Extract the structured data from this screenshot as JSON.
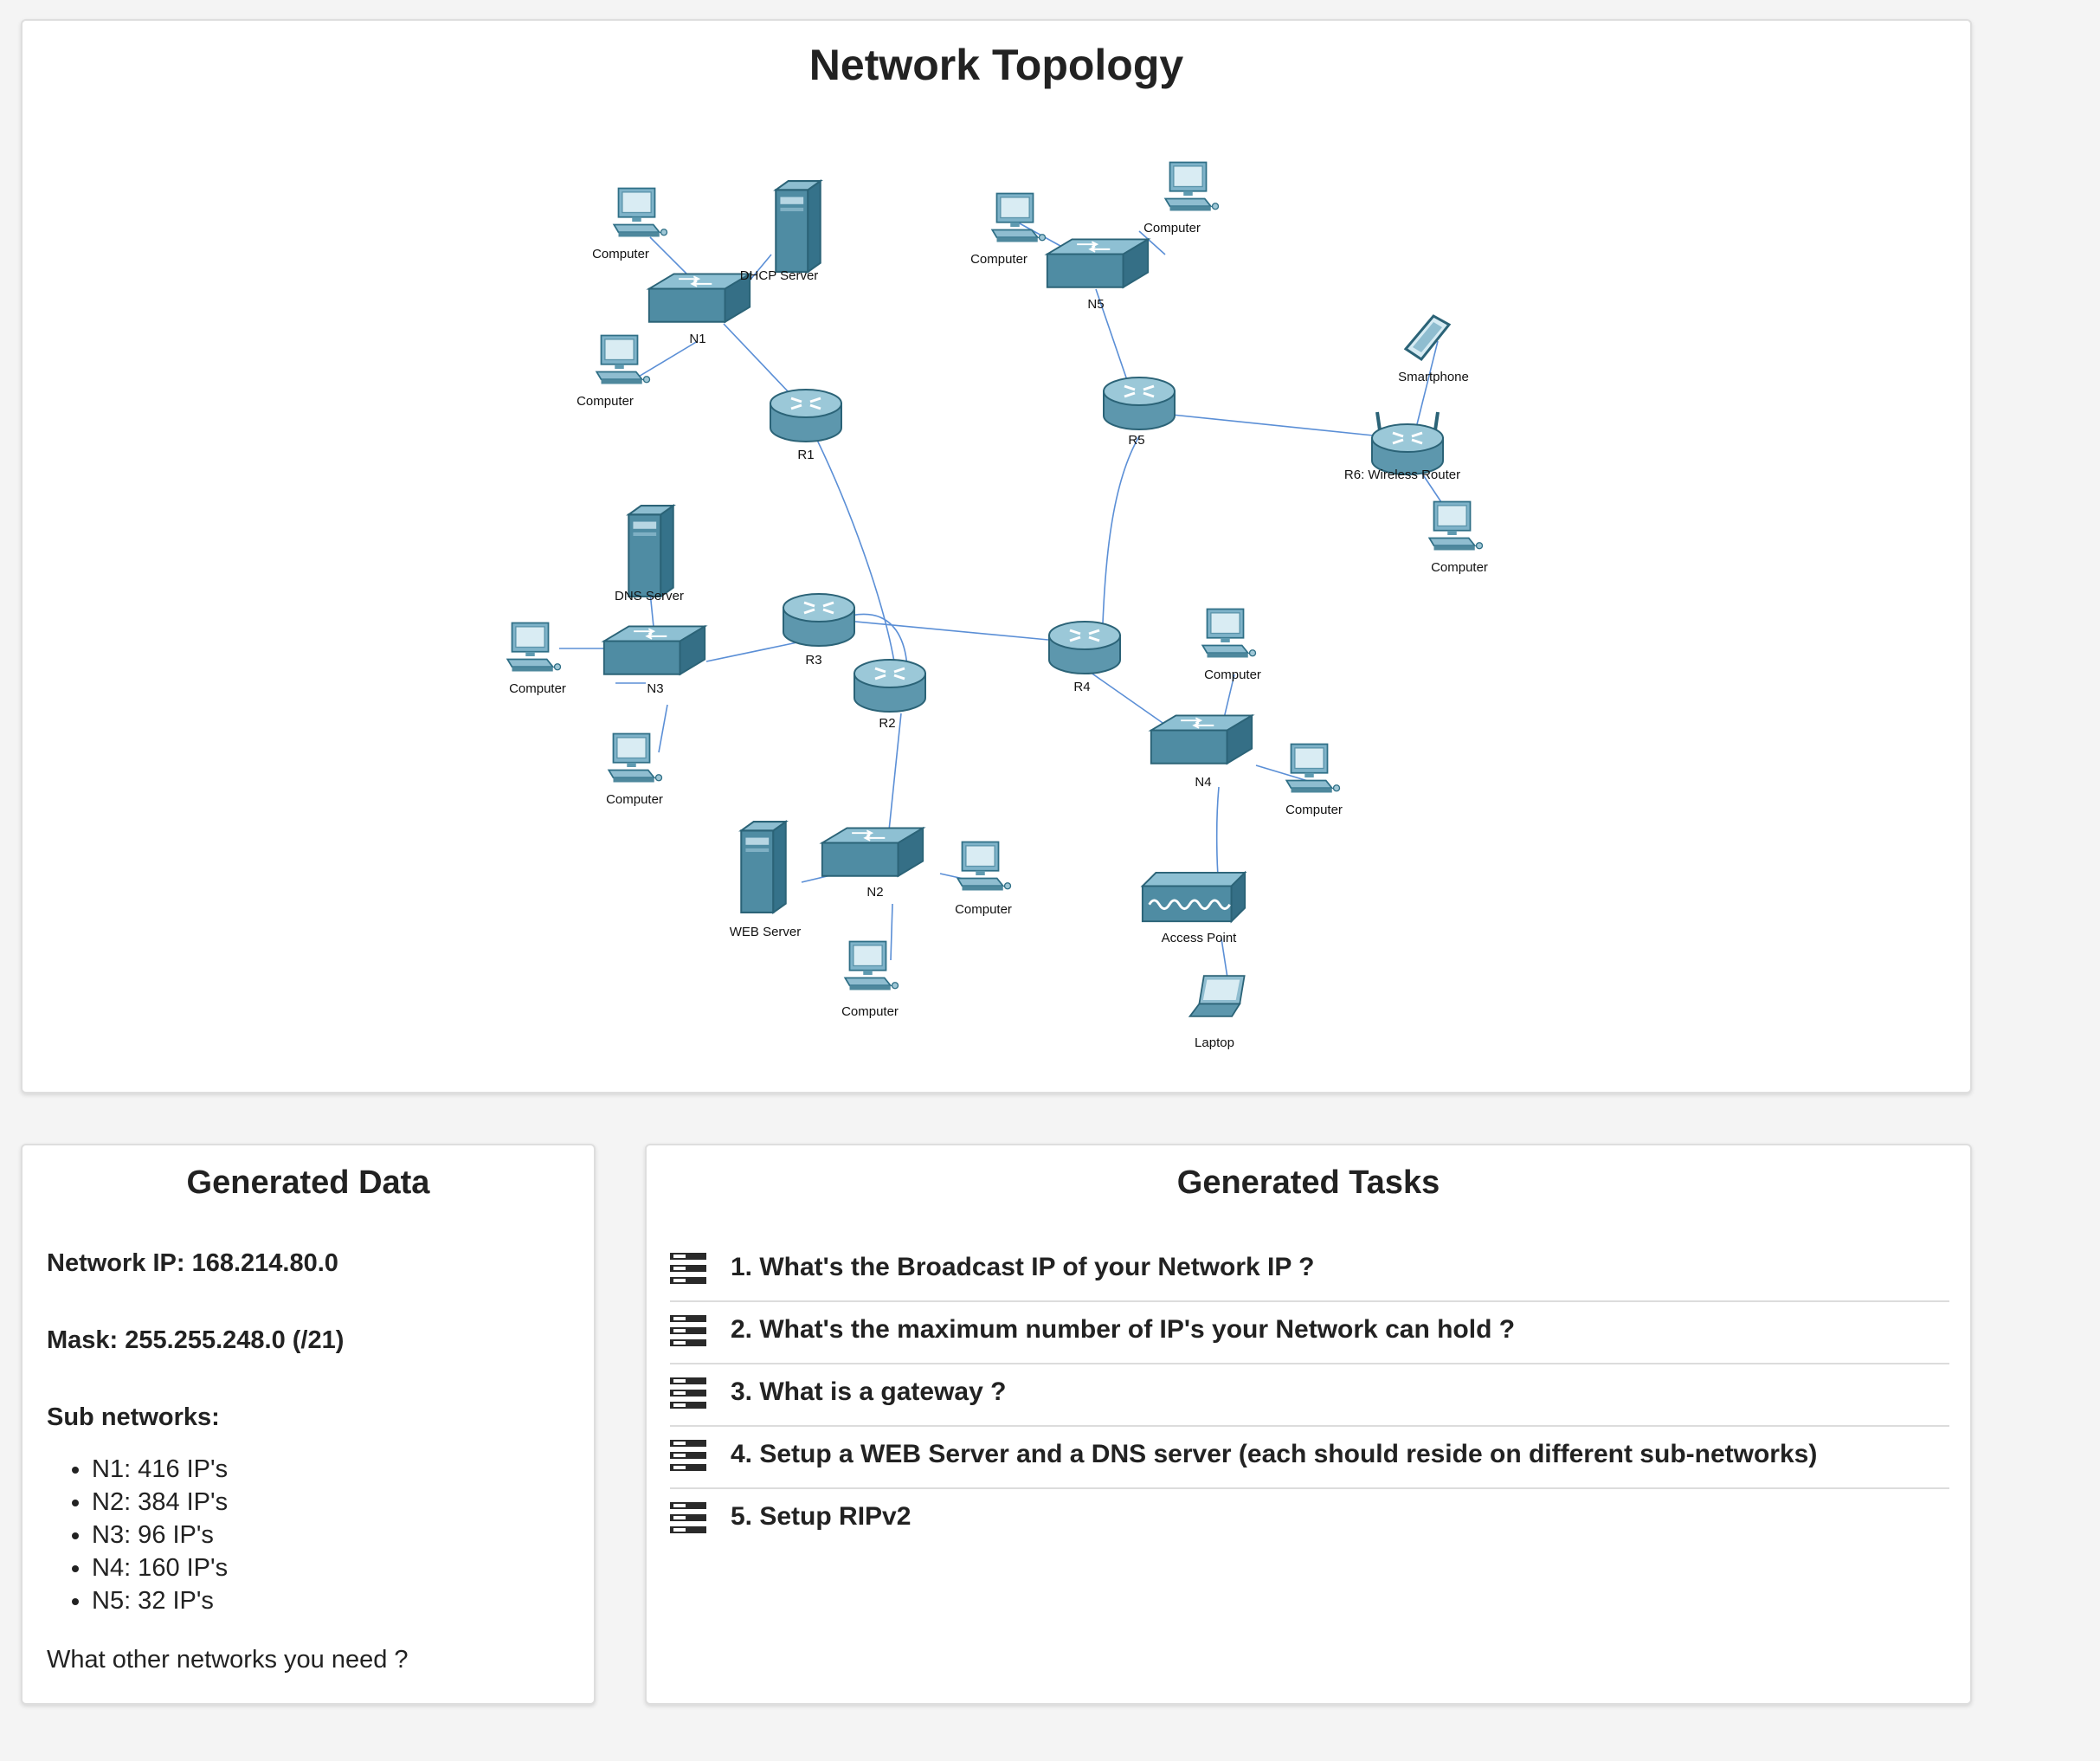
{
  "topology": {
    "title": "Network Topology",
    "labels": {
      "pc_n1_top": "Computer",
      "dhcp": "DHCP Server",
      "n1": "N1",
      "pc_n1_bottom": "Computer",
      "r1": "R1",
      "pc_n5_left": "Computer",
      "pc_n5_right": "Computer",
      "n5": "N5",
      "smartphone": "Smartphone",
      "r5": "R5",
      "r6": "R6: Wireless Router",
      "pc_r6": "Computer",
      "dns": "DNS Server",
      "pc_n3_left": "Computer",
      "n3": "N3",
      "r3": "R3",
      "r2": "R2",
      "r4": "R4",
      "pc_n4_top": "Computer",
      "pc_n3_bottom": "Computer",
      "n4": "N4",
      "pc_n4_right": "Computer",
      "n2": "N2",
      "web": "WEB Server",
      "pc_n2_right": "Computer",
      "access_point": "Access Point",
      "pc_n2_bottom": "Computer",
      "laptop": "Laptop"
    }
  },
  "generated_data": {
    "title": "Generated Data",
    "network_ip": "Network IP: 168.214.80.0",
    "mask": "Mask: 255.255.248.0 (/21)",
    "subnets_heading": "Sub networks:",
    "subnets": [
      "N1: 416 IP's",
      "N2: 384 IP's",
      "N3: 96 IP's",
      "N4: 160 IP's",
      "N5: 32 IP's"
    ],
    "closing_question": "What other networks you need ?"
  },
  "generated_tasks": {
    "title": "Generated Tasks",
    "icon": "server-stack-icon",
    "items": [
      "1. What's the Broadcast IP of your Network IP ?",
      "2. What's the maximum number of IP's your Network can hold ?",
      "3. What is a gateway ?",
      "4. Setup a WEB Server and a DNS server (each should reside on different sub-networks)",
      "5. Setup RIPv2"
    ]
  }
}
